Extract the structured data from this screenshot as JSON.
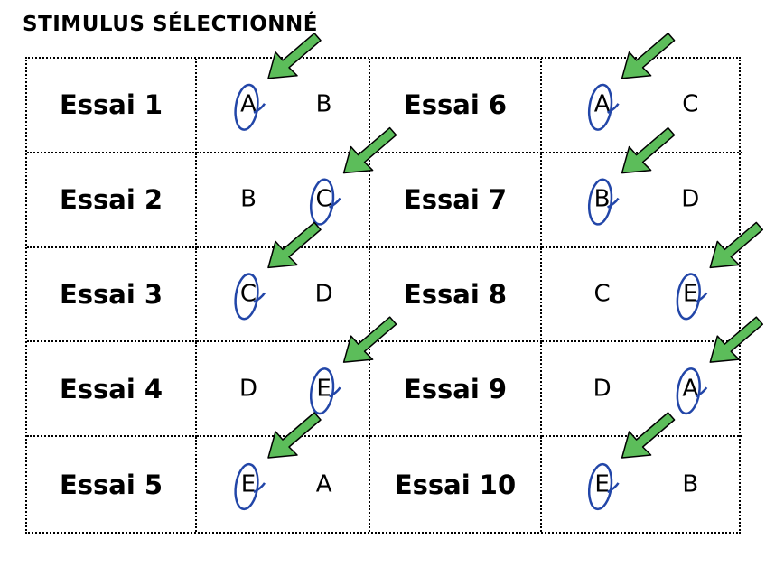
{
  "title": "STIMULUS SÉLECTIONNÉ",
  "colors": {
    "circle": "#2246a8",
    "arrow_fill": "#5cbd5a",
    "arrow_stroke": "#000000"
  },
  "trials": [
    {
      "label": "Essai 1",
      "options": [
        "A",
        "B"
      ],
      "selected": 0
    },
    {
      "label": "Essai 2",
      "options": [
        "B",
        "C"
      ],
      "selected": 1
    },
    {
      "label": "Essai 3",
      "options": [
        "C",
        "D"
      ],
      "selected": 0
    },
    {
      "label": "Essai 4",
      "options": [
        "D",
        "E"
      ],
      "selected": 1
    },
    {
      "label": "Essai 5",
      "options": [
        "E",
        "A"
      ],
      "selected": 0
    },
    {
      "label": "Essai 6",
      "options": [
        "A",
        "C"
      ],
      "selected": 0
    },
    {
      "label": "Essai 7",
      "options": [
        "B",
        "D"
      ],
      "selected": 0
    },
    {
      "label": "Essai 8",
      "options": [
        "C",
        "E"
      ],
      "selected": 1
    },
    {
      "label": "Essai 9",
      "options": [
        "D",
        "A"
      ],
      "selected": 1
    },
    {
      "label": "Essai 10",
      "options": [
        "E",
        "B"
      ],
      "selected": 0
    }
  ]
}
